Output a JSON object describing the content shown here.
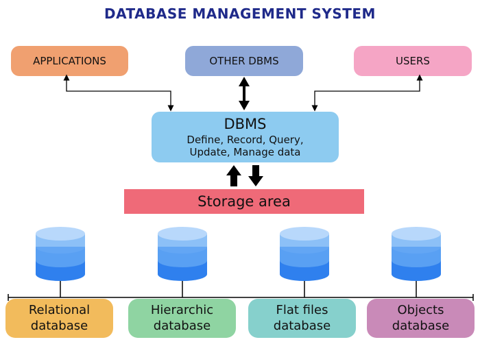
{
  "title": "DATABASE MANAGEMENT SYSTEM",
  "top_boxes": {
    "applications": "APPLICATIONS",
    "other_dbms": "OTHER DBMS",
    "users": "USERS"
  },
  "dbms": {
    "title": "DBMS",
    "line1": "Define, Record, Query,",
    "line2": "Update, Manage data"
  },
  "storage": "Storage area",
  "databases": [
    {
      "line1": "Relational",
      "line2": "database"
    },
    {
      "line1": "Hierarchic",
      "line2": "database"
    },
    {
      "line1": "Flat files",
      "line2": "database"
    },
    {
      "line1": "Objects",
      "line2": "database"
    }
  ],
  "colors": {
    "title": "#1f2a8a",
    "applications": "#f0a070",
    "other_dbms": "#8fa8d8",
    "users": "#f5a5c5",
    "dbms": "#8dcbf0",
    "storage": "#ef6a78",
    "relational": "#f2bb5c",
    "hierarchic": "#8fd4a2",
    "flat_files": "#86d0cc",
    "objects": "#c98ab8",
    "cylinder": "#3a8ef0"
  }
}
